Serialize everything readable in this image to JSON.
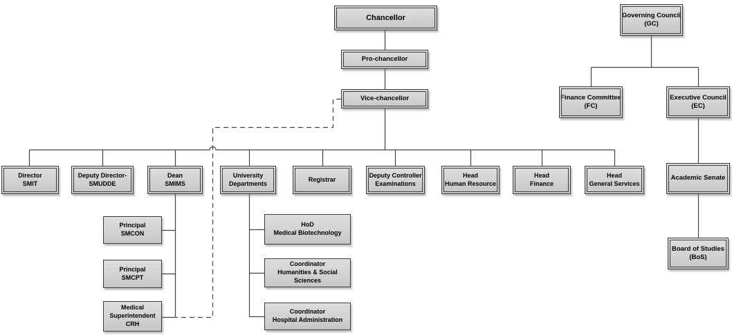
{
  "diagram": {
    "type": "org-chart",
    "nodes": {
      "chancellor": {
        "label": "Chancellor"
      },
      "governing_council": {
        "label": "Governing Council\n(GC)"
      },
      "pro_chancellor": {
        "label": "Pro-chancellor"
      },
      "vice_chancellor": {
        "label": "Vice-chancellor"
      },
      "finance_committee": {
        "label": "Finance Committee\n(FC)"
      },
      "executive_council": {
        "label": "Executive Council\n(EC)"
      },
      "director_smit": {
        "label": "Director\nSMIT"
      },
      "deputy_director_smudde": {
        "label": "Deputy Director-\nSMUDDE"
      },
      "dean_smims": {
        "label": "Dean\nSMIMS"
      },
      "university_departments": {
        "label": "University\nDepartments"
      },
      "registrar": {
        "label": "Registrar"
      },
      "deputy_controller_examinations": {
        "label": "Deputy Controller\nExaminations"
      },
      "head_human_resource": {
        "label": "Head\nHuman Resource"
      },
      "head_finance": {
        "label": "Head\nFinance"
      },
      "head_general_services": {
        "label": "Head\nGeneral Services"
      },
      "academic_senate": {
        "label": "Academic Senate"
      },
      "board_of_studies": {
        "label": "Board of Studies\n(BoS)"
      },
      "principal_smcon": {
        "label": "Principal\nSMCON"
      },
      "principal_smcpt": {
        "label": "Principal\nSMCPT"
      },
      "medical_superintendent_crh": {
        "label": "Medical\nSuperintendent\nCRH"
      },
      "hod_medical_biotechnology": {
        "label": "HoD\nMedical Biotechnology"
      },
      "coordinator_humanities": {
        "label": "Coordinator\nHumanities & Social\nSciences"
      },
      "coordinator_hospital_admin": {
        "label": "Coordinator\nHospital Administration"
      }
    },
    "edges": [
      {
        "from": "Chancellor",
        "to": "Pro-chancellor",
        "style": "solid"
      },
      {
        "from": "Pro-chancellor",
        "to": "Vice-chancellor",
        "style": "solid"
      },
      {
        "from": "Vice-chancellor",
        "to": "Director SMIT",
        "style": "solid"
      },
      {
        "from": "Vice-chancellor",
        "to": "Deputy Director- SMUDDE",
        "style": "solid"
      },
      {
        "from": "Vice-chancellor",
        "to": "Dean SMIMS",
        "style": "solid"
      },
      {
        "from": "Vice-chancellor",
        "to": "University Departments",
        "style": "solid"
      },
      {
        "from": "Vice-chancellor",
        "to": "Registrar",
        "style": "solid"
      },
      {
        "from": "Vice-chancellor",
        "to": "Deputy Controller Examinations",
        "style": "solid"
      },
      {
        "from": "Vice-chancellor",
        "to": "Head Human Resource",
        "style": "solid"
      },
      {
        "from": "Vice-chancellor",
        "to": "Head Finance",
        "style": "solid"
      },
      {
        "from": "Vice-chancellor",
        "to": "Head General Services",
        "style": "solid"
      },
      {
        "from": "Dean SMIMS",
        "to": "Principal SMCON",
        "style": "solid"
      },
      {
        "from": "Dean SMIMS",
        "to": "Principal SMCPT",
        "style": "solid"
      },
      {
        "from": "Dean SMIMS",
        "to": "Medical Superintendent CRH",
        "style": "solid"
      },
      {
        "from": "University Departments",
        "to": "HoD Medical Biotechnology",
        "style": "solid"
      },
      {
        "from": "University Departments",
        "to": "Coordinator Humanities & Social Sciences",
        "style": "solid"
      },
      {
        "from": "University Departments",
        "to": "Coordinator Hospital Administration",
        "style": "solid"
      },
      {
        "from": "Governing Council (GC)",
        "to": "Finance Committee (FC)",
        "style": "solid"
      },
      {
        "from": "Governing Council (GC)",
        "to": "Executive Council (EC)",
        "style": "solid"
      },
      {
        "from": "Executive Council (EC)",
        "to": "Academic Senate",
        "style": "solid"
      },
      {
        "from": "Academic Senate",
        "to": "Board of Studies (BoS)",
        "style": "solid"
      },
      {
        "from": "Vice-chancellor",
        "to": "Medical Superintendent CRH",
        "style": "dashed"
      }
    ],
    "colors": {
      "background": "#ffffff",
      "box_fill_top": "#dedede",
      "box_fill_bottom": "#c6c6c6",
      "box_border": "#3b3b3b",
      "connector_line": "#404040",
      "text": "#000000"
    }
  }
}
